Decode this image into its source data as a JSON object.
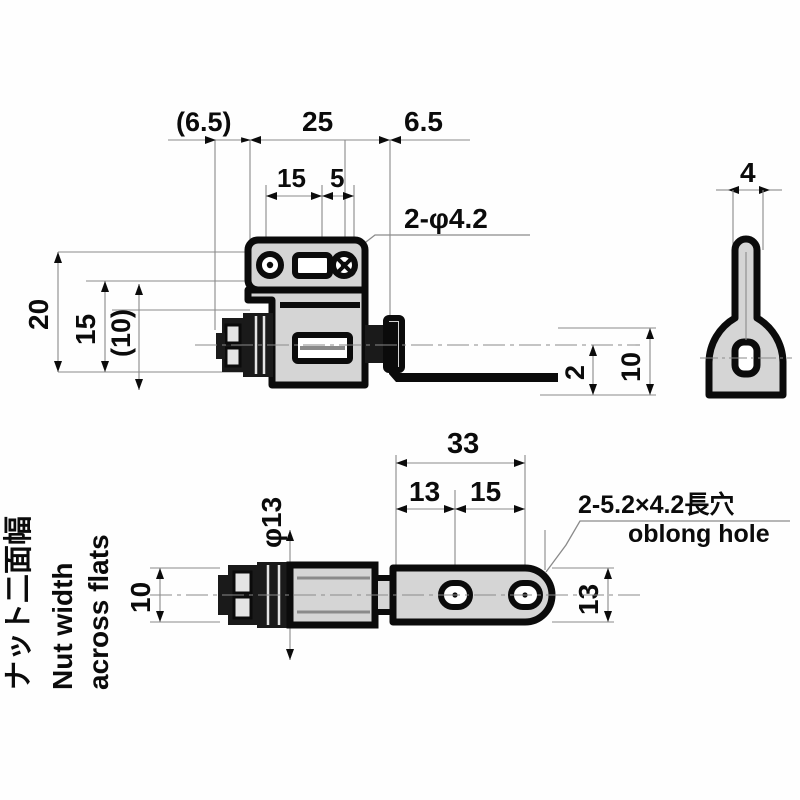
{
  "drawing": {
    "title": "Sensor with mounting bracket dimensional drawing",
    "background_color": "#fefefe",
    "line_color": "#0b0b0b",
    "thin_line_color": "#808080",
    "fill_light": "#d9d9d9",
    "fill_mid": "#b5b5b5",
    "fill_dark": "#1a1a1a"
  },
  "front_view": {
    "name": "front-view",
    "dimensions": {
      "d_6_5_paren": "(6.5)",
      "d_25": "25",
      "d_6_5": "6.5",
      "d_15": "15",
      "d_5": "5",
      "d_20": "20",
      "d_15_v": "15",
      "d_10_paren": "(10)",
      "d_2": "2",
      "d_10": "10"
    },
    "callouts": {
      "hole_note": "2-φ4.2"
    }
  },
  "side_view": {
    "name": "side-view",
    "dimensions": {
      "d_4": "4"
    }
  },
  "top_view": {
    "name": "top-view",
    "dimensions": {
      "d_33": "33",
      "d_13_a": "13",
      "d_15": "15",
      "d_13_b": "13",
      "d_phi13": "φ13",
      "d_10": "10"
    },
    "callouts": {
      "oblong_jp": "2-5.2×4.2長穴",
      "oblong_en": "oblong hole",
      "nut_jp": "ナット二面幅",
      "nut_en_line1": "Nut width",
      "nut_en_line2": "across flats"
    }
  }
}
